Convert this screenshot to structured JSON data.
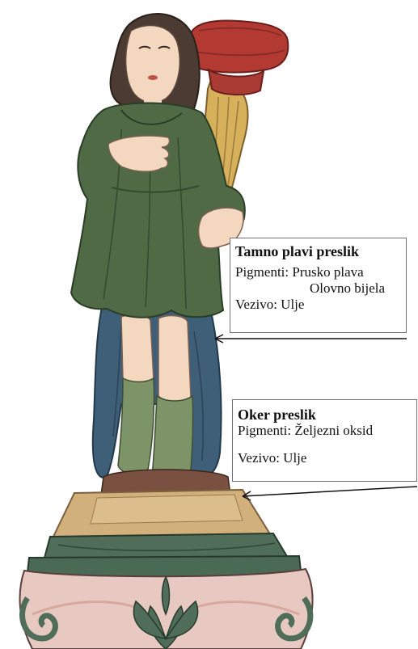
{
  "callouts": {
    "blue": {
      "title": "Tamno plavi preslik",
      "pigments_label": "Pigmenti: Prusko plava",
      "pigment_2": "Olovno bijela",
      "binder": "Vezivo: Ulje"
    },
    "ochre": {
      "title": "Oker preslik",
      "pigments_label": "Pigmenti: Željezni oksid",
      "binder": "Vezivo: Ulje"
    }
  },
  "colors": {
    "green_tunic": "#4f6a45",
    "blue_overlay": "#3f5f78",
    "ochre_overlay": "#d2b07b",
    "torch_red": "#b23a33",
    "torch_wood": "#d7b05c",
    "pedestal_green": "#4f6d58",
    "pedestal_pink": "#e7c9c2",
    "skin": "#f3d7bf",
    "hair": "#4b3b33",
    "stocking_green": "#7d9368",
    "base_brown": "#7a5040"
  }
}
